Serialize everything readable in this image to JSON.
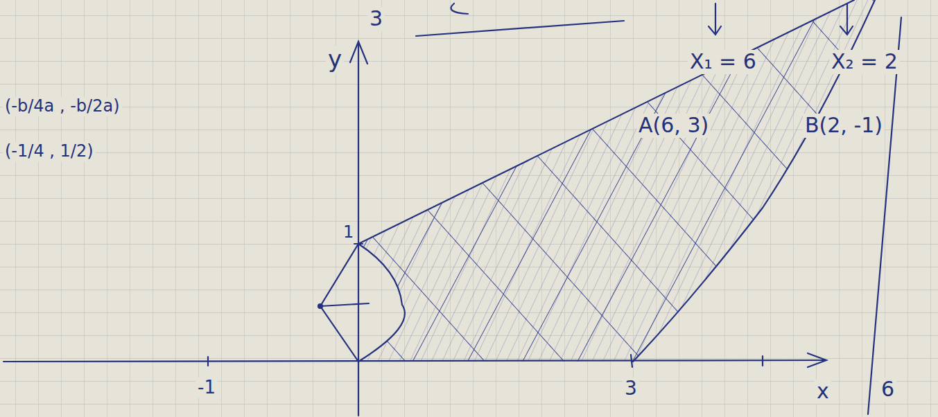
{
  "diagram": {
    "labels": [
      "(-b/4a , -b/2a)",
      "(-1/4 , 1/2)",
      "y",
      "3",
      "X₁ = 6",
      "X₂ = 2",
      "A(6, 3)",
      "B(2, -1)",
      "1",
      "-1",
      "3",
      "x",
      "6"
    ]
  }
}
